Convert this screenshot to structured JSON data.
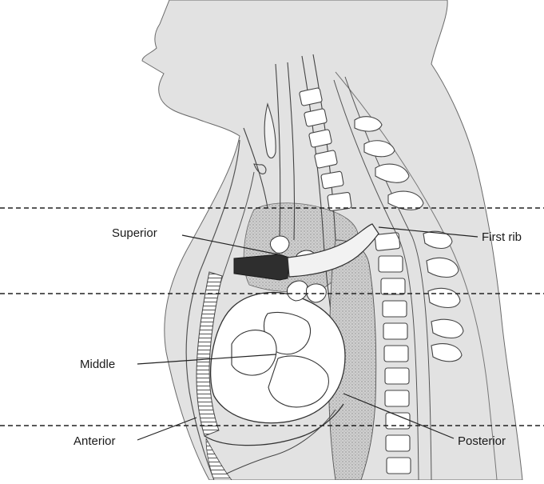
{
  "labels": {
    "superior": "Superior",
    "first_rib": "First rib",
    "middle": "Middle",
    "anterior": "Anterior",
    "posterior": "Posterior"
  },
  "colors": {
    "body_fill": "#e2e2e2",
    "outline": "#555555",
    "stipple_fill": "#c9c9c9",
    "rib_fill": "#f2f2f2",
    "dark_bar": "#2e2e2e",
    "dashed_line": "#222222"
  }
}
